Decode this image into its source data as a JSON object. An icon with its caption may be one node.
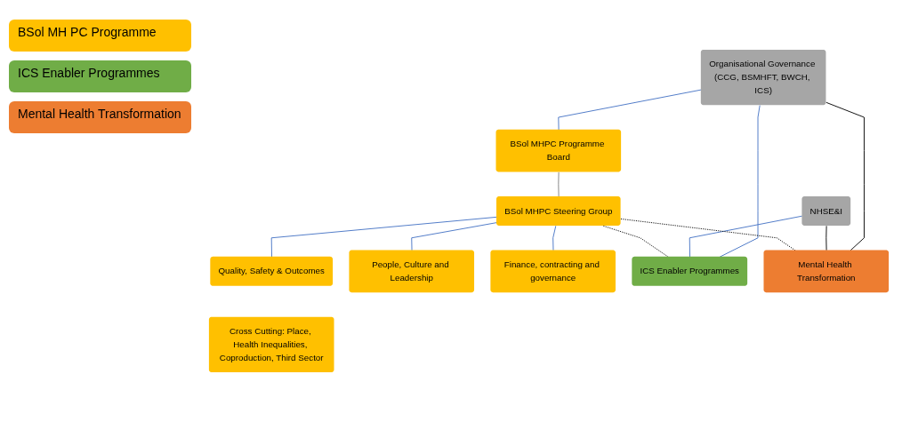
{
  "diagram": {
    "nodes": [
      {
        "text": [
          "Organisational Governance (CCG, BSMHFT, BWCH, ICS)"
        ]
      },
      {
        "text": [
          "NHSE&I"
        ]
      },
      {
        "text": [
          "BSol MHPC Programme Board"
        ]
      },
      {
        "text": [
          "BSol MHPC Steering Group"
        ]
      },
      {
        "text": [
          "Quality, Safety & Outcomes"
        ]
      },
      {
        "text": [
          "People, Culture and Leadership"
        ]
      },
      {
        "text": [
          "Finance, contracting and governance"
        ]
      },
      {
        "text": [
          "ICS Enabler Programmes"
        ]
      },
      {
        "text": [
          "Mental Health Transformation"
        ]
      },
      {
        "text": [
          "Cross Cutting: Place, Health Inequalities, Coproduction, Third Sector"
        ]
      }
    ],
    "edges": [
      {
        "from": 0,
        "to": 2,
        "arrow": "none"
      },
      {
        "from": 2,
        "to": 3,
        "arrow": "none",
        "color": "#7f7f7f"
      },
      {
        "from": 3,
        "to": 4,
        "arrow": "none"
      },
      {
        "from": 3,
        "to": 5,
        "arrow": "none"
      },
      {
        "from": 3,
        "to": 6,
        "arrow": "none"
      },
      {
        "from": 0,
        "to": 7,
        "arrow": "none"
      },
      {
        "from": 0,
        "to": 8,
        "arrow": "none",
        "color": "#000000"
      },
      {
        "from": 1,
        "to": 7,
        "arrow": "none"
      },
      {
        "from": 1,
        "to": 8,
        "arrow": "none",
        "color": "#000000"
      },
      {
        "from": 3,
        "to": 7,
        "arrow": "none",
        "style": "dashed",
        "color": "#000000"
      },
      {
        "from": 3,
        "to": 8,
        "arrow": "none",
        "style": "dashed",
        "color": "#000000"
      }
    ],
    "legend": [
      {
        "text": "BSol MH PC Programme",
        "color": "#ffc000"
      },
      {
        "text": "ICS Enabler Programmes",
        "color": "#70ad47"
      },
      {
        "text": "Mental Health Transformation",
        "color": "#ed7d31"
      }
    ]
  }
}
